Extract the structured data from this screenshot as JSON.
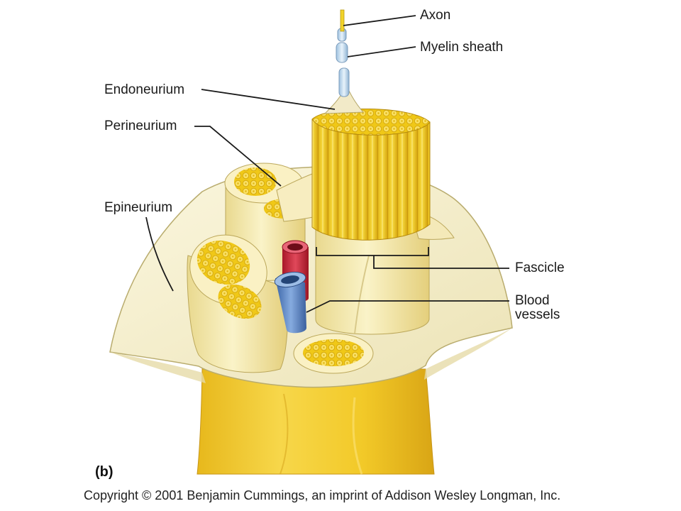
{
  "labels": {
    "axon": "Axon",
    "myelin_sheath": "Myelin sheath",
    "endoneurium": "Endoneurium",
    "perineurium": "Perineurium",
    "epineurium": "Epineurium",
    "fascicle": "Fascicle",
    "blood_vessels_line1": "Blood",
    "blood_vessels_line2": "vessels"
  },
  "panel_label": "(b)",
  "copyright": "Copyright © 2001 Benjamin Cummings, an imprint of Addison Wesley Longman, Inc.",
  "colors": {
    "nerve_yellow": "#f3cf2a",
    "sheath_cream": "#f6f1cf",
    "artery_red": "#c8293a",
    "vein_blue": "#5a88c8",
    "leader_line": "#1a1a1a"
  }
}
